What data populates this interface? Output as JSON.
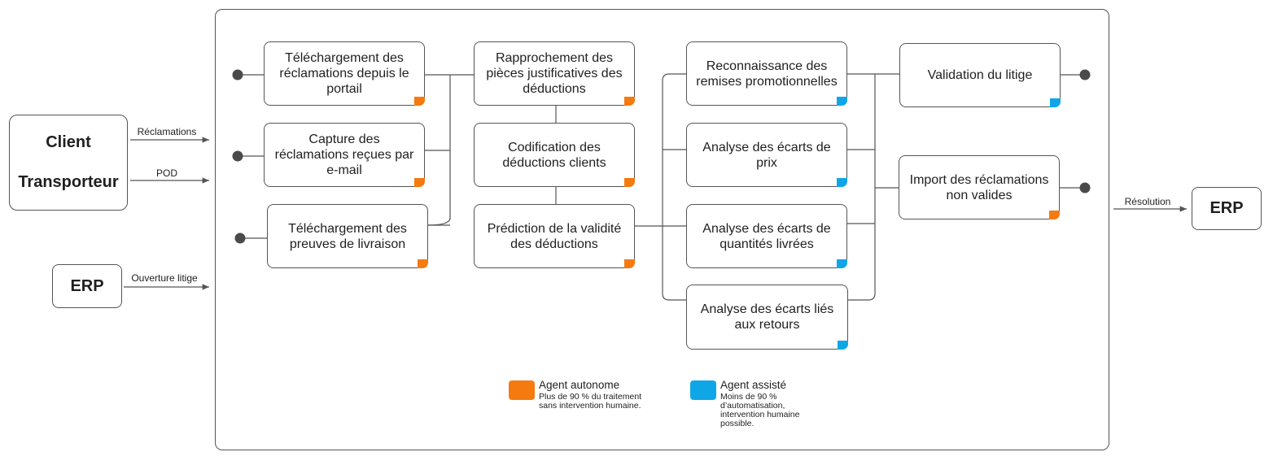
{
  "inputs": {
    "client_box": {
      "line1": "Client",
      "line2": "Transporteur"
    },
    "erp_box": "ERP",
    "arrows": {
      "reclamations": "Réclamations",
      "pod": "POD",
      "ouverture": "Ouverture litige"
    }
  },
  "output": {
    "arrow_label": "Résolution",
    "erp_box": "ERP"
  },
  "columns": {
    "capture": [
      {
        "label": "Téléchargement des réclamations depuis le portail",
        "agent": "autonome"
      },
      {
        "label": "Capture des réclamations reçues par e-mail",
        "agent": "autonome"
      },
      {
        "label": "Téléchargement des preuves de livraison",
        "agent": "autonome"
      }
    ],
    "processing": [
      {
        "label": "Rapprochement des pièces justificatives des déductions",
        "agent": "autonome"
      },
      {
        "label": "Codification des déductions clients",
        "agent": "autonome"
      },
      {
        "label": "Prédiction de la validité des déductions",
        "agent": "autonome"
      }
    ],
    "analysis": [
      {
        "label": "Reconnaissance des remises promotionnelles",
        "agent": "assiste"
      },
      {
        "label": "Analyse des écarts de prix",
        "agent": "assiste"
      },
      {
        "label": "Analyse des écarts de quantités livrées",
        "agent": "assiste"
      },
      {
        "label": "Analyse des écarts liés aux retours",
        "agent": "assiste"
      }
    ],
    "resolution": [
      {
        "label": "Validation du litige",
        "agent": "assiste"
      },
      {
        "label": "Import des réclamations non valides",
        "agent": "autonome"
      }
    ]
  },
  "legend": {
    "autonome": {
      "title": "Agent autonome",
      "desc": "Plus de 90 % du traitement sans intervention humaine."
    },
    "assiste": {
      "title": "Agent assisté",
      "desc": "Moins de 90 % d’automatisation, intervention humaine possible."
    }
  },
  "colors": {
    "autonome": "#f57a10",
    "assiste": "#0fa6e8",
    "line": "#555555"
  }
}
